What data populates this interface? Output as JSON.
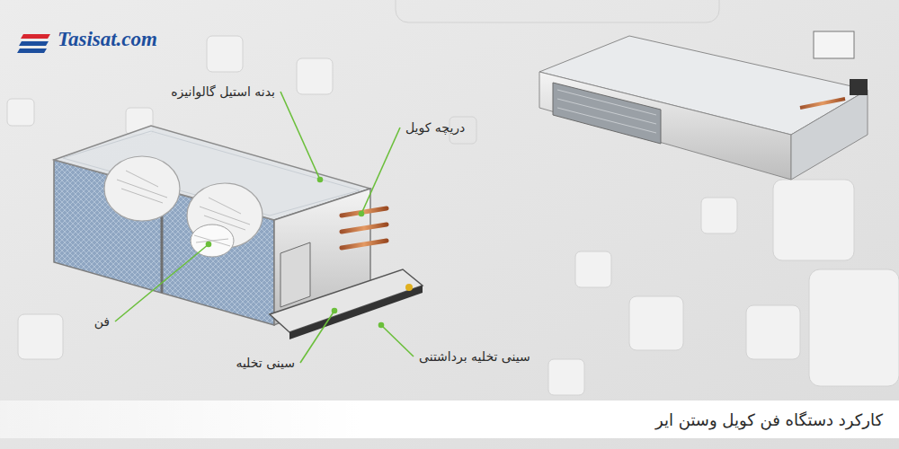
{
  "diagram": {
    "caption": "کارکرد دستگاه فن کویل وستن ایر",
    "labels": [
      "Tasisat.com",
      "بدنه استیل گالوانیزه",
      "دریچه کویل",
      "فن",
      "سینی تخلیه",
      "سینی تخلیه برداشتنی"
    ]
  }
}
